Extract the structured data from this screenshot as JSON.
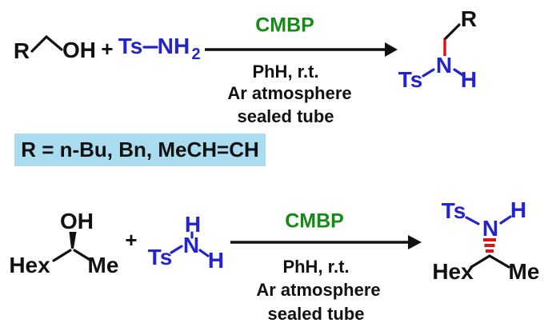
{
  "colors": {
    "ink": "#111111",
    "blue": "#2424cc",
    "green": "#168a16",
    "red": "#e01111",
    "highlight_box": "#aadcf0",
    "background": "#ffffff"
  },
  "reaction_top": {
    "alcohol": {
      "r": "R",
      "oh": "OH"
    },
    "plus": "+",
    "amine": {
      "ts": "Ts",
      "nh": "NH",
      "subscript": "2"
    },
    "conditions": {
      "reagent": "CMBP",
      "line1": "PhH, r.t.",
      "line2": "Ar atmosphere",
      "line3": "sealed tube"
    },
    "product": {
      "r": "R",
      "n": "N",
      "ts": "Ts",
      "h": "H"
    }
  },
  "r_definition": {
    "label": "R = n-Bu, Bn, MeCH=CH"
  },
  "reaction_bottom": {
    "alcohol": {
      "oh": "OH",
      "hex": "Hex",
      "me": "Me"
    },
    "plus": "+",
    "amine": {
      "ts": "Ts",
      "n": "N",
      "h_top": "H",
      "h_side": "H"
    },
    "conditions": {
      "reagent": "CMBP",
      "line1": "PhH, r.t.",
      "line2": "Ar atmosphere",
      "line3": "sealed tube"
    },
    "product": {
      "ts": "Ts",
      "n": "N",
      "h": "H",
      "hex": "Hex",
      "me": "Me"
    }
  }
}
